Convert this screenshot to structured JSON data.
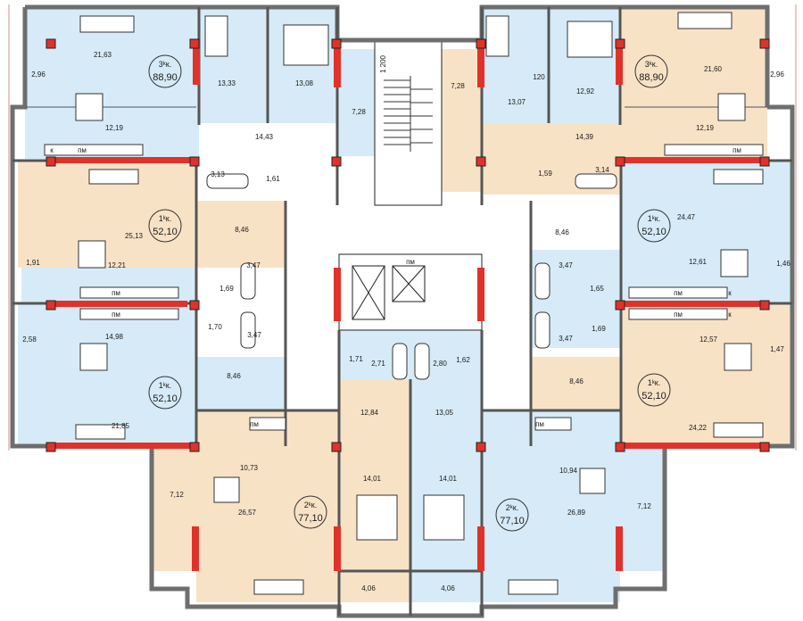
{
  "colors": {
    "blue": "#d6ebf7",
    "beige": "#f8e2c6",
    "wall": "#7a7a7a",
    "window_red": "#e0322a",
    "line": "#222222"
  },
  "apartments": [
    {
      "id": "apt-top-left",
      "tag": "3ᵏк.",
      "total": "88,90",
      "tone": "blue"
    },
    {
      "id": "apt-top-right",
      "tag": "3ᵏк.",
      "total": "88,90",
      "tone": "beige"
    },
    {
      "id": "apt-left-upper",
      "tag": "1ᵏк.",
      "total": "52,10",
      "tone": "beige"
    },
    {
      "id": "apt-right-upper",
      "tag": "1ᵏк.",
      "total": "52,10",
      "tone": "blue"
    },
    {
      "id": "apt-left-lower",
      "tag": "1ᵏк.",
      "total": "52,10",
      "tone": "blue"
    },
    {
      "id": "apt-right-lower",
      "tag": "1ᵏк.",
      "total": "52,10",
      "tone": "beige"
    },
    {
      "id": "apt-bottom-left",
      "tag": "2ᵏк.",
      "total": "77,10",
      "tone": "beige"
    },
    {
      "id": "apt-bottom-right",
      "tag": "2ᵏк.",
      "total": "77,10",
      "tone": "blue"
    }
  ],
  "room_areas": [
    "2,96",
    "21,63",
    "13,33",
    "13,08",
    "7,28",
    "12,19",
    "14,43",
    "3,13",
    "1,61",
    "7,28",
    "120",
    "13,07",
    "12,92",
    "21,60",
    "2,96",
    "14,39",
    "12,19",
    "1,59",
    "3,14",
    "25,13",
    "8,46",
    "1,91",
    "12,21",
    "3,47",
    "1,69",
    "2,58",
    "14,98",
    "1,70",
    "3,47",
    "8,46",
    "21,85",
    "24,47",
    "8,46",
    "12,61",
    "1,46",
    "3,47",
    "1,65",
    "12,57",
    "1,69",
    "3,47",
    "1,47",
    "8,46",
    "24,22",
    "1,71",
    "2,71",
    "2,80",
    "1,62",
    "12,84",
    "13,05",
    "10,73",
    "7,12",
    "26,57",
    "14,01",
    "4,06",
    "14,01",
    "4,06",
    "10,94",
    "26,89",
    "7,12"
  ],
  "appliance_labels": [
    "пм",
    "пм",
    "пм",
    "пм",
    "пм",
    "пм",
    "пм",
    "пм",
    "пм",
    "к",
    "к",
    "к"
  ],
  "stair_mark": "1 200"
}
